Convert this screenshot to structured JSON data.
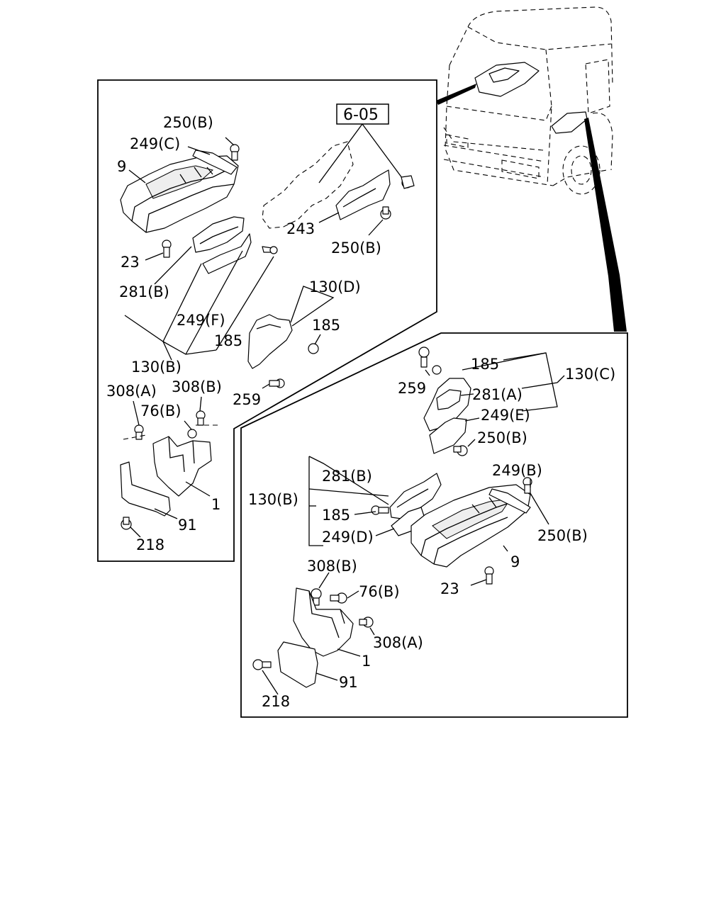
{
  "diagram": {
    "ref_box_label": "6-05",
    "left_panel": {
      "labels": {
        "l250b_top": "250(B)",
        "l249c": "249(C)",
        "l9": "9",
        "l243": "243",
        "l250b_mid": "250(B)",
        "l23": "23",
        "l130d": "130(D)",
        "l281b": "281(B)",
        "l249f": "249(F)",
        "l185_a": "185",
        "l185_b": "185",
        "l130b": "130(B)",
        "l259": "259",
        "l308a": "308(A)",
        "l308b": "308(B)",
        "l76b": "76(B)",
        "l1": "1",
        "l91": "91",
        "l218": "218"
      }
    },
    "right_panel": {
      "labels": {
        "r185_top": "185",
        "r130c": "130(C)",
        "r259": "259",
        "r281a": "281(A)",
        "r249e": "249(E)",
        "r250b_a": "250(B)",
        "r249b": "249(B)",
        "r281b": "281(B)",
        "r130b": "130(B)",
        "r185_mid": "185",
        "r249d": "249(D)",
        "r250b_b": "250(B)",
        "r9": "9",
        "r308b": "308(B)",
        "r76b": "76(B)",
        "r23": "23",
        "r308a": "308(A)",
        "r1": "1",
        "r91": "91",
        "r218": "218"
      }
    }
  }
}
